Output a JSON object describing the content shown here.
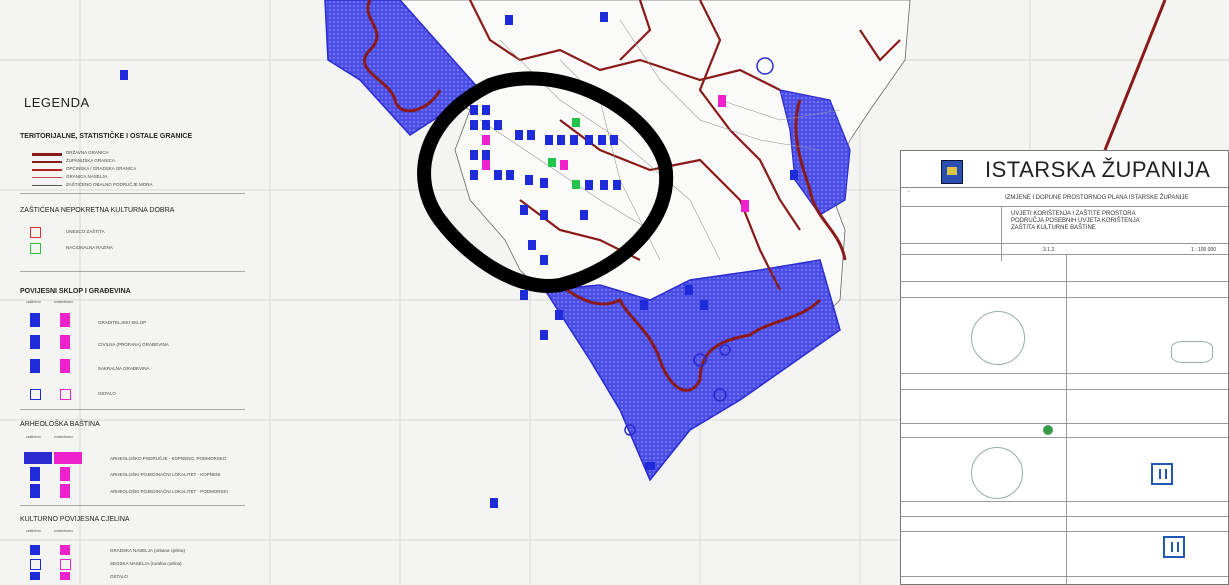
{
  "legend": {
    "title": "LEGENDA",
    "sections": {
      "boundaries": {
        "heading": "TERITORIJALNE, STATISTIČKE I OSTALE GRANICE",
        "items": [
          "DRŽAVNA GRANICA",
          "ŽUPANIJSKA GRANICA",
          "OPĆINSKA / GRADSKA GRANICA",
          "GRANICA NASELJA",
          "ZAŠTIĆENO OBALNO PODRUČJE MORA"
        ]
      },
      "protected": {
        "heading": "ZAŠTIĆENA NEPOKRETNA KULTURNA DOBRA",
        "items": [
          "UNESCO ZAŠTITA",
          "NACIONALNA RAZINA"
        ]
      },
      "sacral": {
        "heading": "POVIJESNI SKLOP I GRAĐEVINA",
        "col_a": "zaštićeno",
        "col_b": "evidentirano",
        "items": [
          "GRADITELJSKI SKLOP",
          "CIVILNA (PROFANA) GRAĐEVINA",
          "SAKRALNA GRAĐEVINA",
          "OSTALO"
        ]
      },
      "archaeology": {
        "heading": "ARHEOLOŠKA BAŠTINA",
        "col_a": "zaštićeno",
        "col_b": "evidentirano",
        "items": [
          "ARHEOLOŠKO PODRUČJE - KOPNENO, PODMORSKO",
          "ARHEOLOŠKI POJEDINAČNI LOKALITET - KOPNENI",
          "ARHEOLOŠKI POJEDINAČNI LOKALITET - PODMORSKI"
        ]
      },
      "heritage": {
        "heading": "KULTURNO POVIJESNA CJELINA",
        "col_a": "zaštićeno",
        "col_b": "evidentirano",
        "items": [
          "GRADSKA NASELJA (urbana cjelina)",
          "SEOSKA NASELJA (ruralna cjelina)",
          "OSTALO"
        ]
      }
    }
  },
  "titleblock": {
    "title": "ISTARSKA ŽUPANIJA",
    "plan": "IZMJENE I DOPUNE PROSTORNOG PLANA ISTARSKE ŽUPANIJE",
    "sheet_lines": [
      "UVJETI KORIŠTENJA I ZAŠTITE PROSTORA",
      "PODRUČJA POSEBNIH UVJETA KORIŠTENJA",
      "ZAŠTITA KULTURNE BAŠTINE"
    ],
    "sheet_no": "3.1.2.",
    "scale": "1 : 100 000"
  },
  "colors": {
    "protected_fill": "#3a3fe0",
    "registered_fill": "#ee22cc",
    "county_border": "#8a1a1a",
    "highlight_ring": "#000000"
  }
}
